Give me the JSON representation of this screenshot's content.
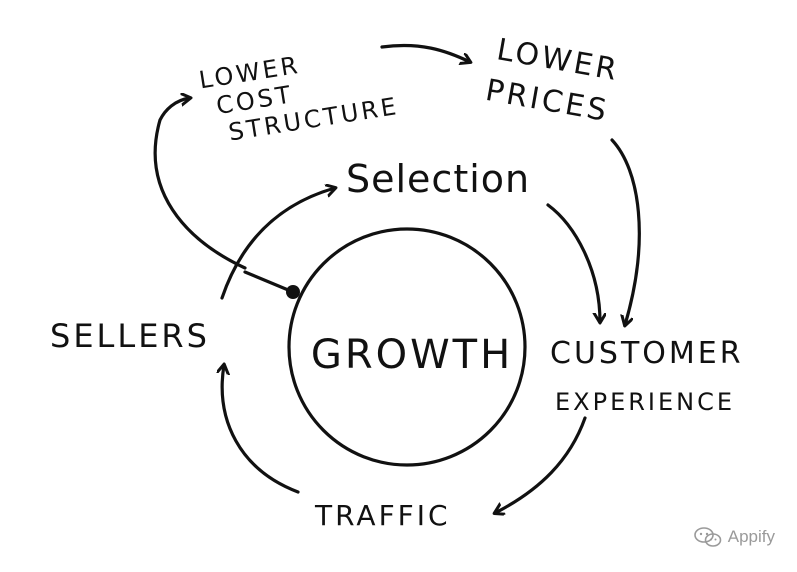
{
  "diagram": {
    "center_label": "GROWTH",
    "lower_cost": {
      "line1": "LOWER",
      "line2": "COST",
      "line3": "STRUCTURE"
    },
    "lower_prices": {
      "line1": "LOWER",
      "line2": "PRICES"
    },
    "selection": "Selection",
    "customer": {
      "line1": "CUSTOMER",
      "line2": "EXPERIENCE"
    },
    "sellers": "SELLERS",
    "traffic": "TRAFFIC"
  },
  "watermark": {
    "text": "Appify",
    "icon": "wechat-icon",
    "color": "#9a9a9a"
  },
  "colors": {
    "ink": "#111111",
    "background": "#ffffff"
  }
}
